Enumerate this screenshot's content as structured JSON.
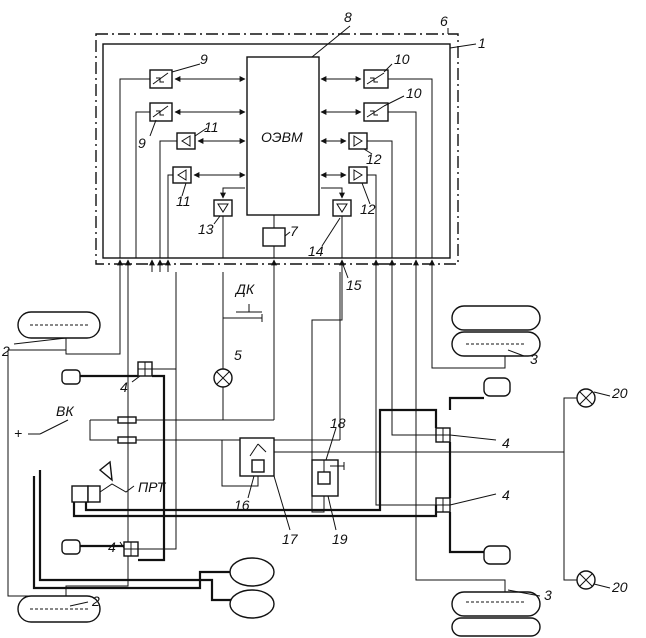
{
  "labels": {
    "l1": "1",
    "l2a": "2",
    "l2b": "2",
    "l3a": "3",
    "l3b": "3",
    "l4a": "4",
    "l4b": "4",
    "l4c": "4",
    "l4d": "4",
    "l5": "5",
    "l6": "6",
    "l7": "7",
    "l8": "8",
    "l9a": "9",
    "l9b": "9",
    "l10a": "10",
    "l10b": "10",
    "l11a": "11",
    "l11b": "11",
    "l12a": "12",
    "l12b": "12",
    "l13": "13",
    "l14": "14",
    "l15": "15",
    "l16": "16",
    "l17": "17",
    "l18": "18",
    "l19": "19",
    "l20a": "20",
    "l20b": "20",
    "computer": "ОЭВМ",
    "dk": "ДК",
    "vk": "ВК",
    "prt": "ПРТ",
    "plus": "+"
  },
  "colors": {
    "line": "#111111",
    "background": "#ffffff"
  }
}
